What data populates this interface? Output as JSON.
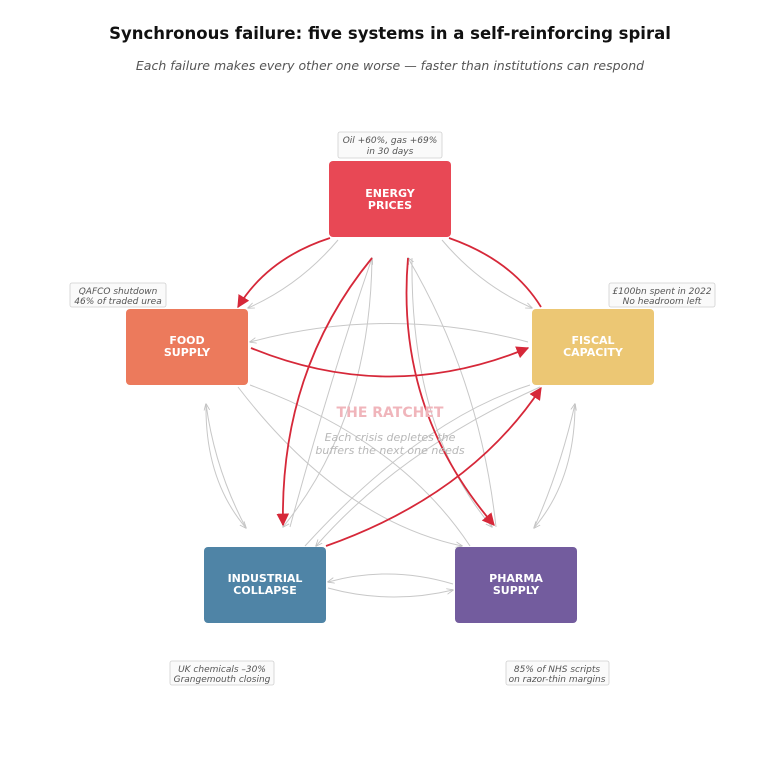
{
  "title": "Synchronous failure: five systems in a self-reinforcing spiral",
  "subtitle": "Each failure makes every other one worse — faster than institutions can respond",
  "center": {
    "title": "THE RATCHET",
    "line1": "Each crisis depletes the",
    "line2": "buffers the next one needs"
  },
  "nodes": {
    "energy": {
      "line1": "ENERGY",
      "line2": "PRICES",
      "color": "#e84855",
      "note1": "Oil +60%, gas +69%",
      "note2": "in 30 days"
    },
    "food": {
      "line1": "FOOD",
      "line2": "SUPPLY",
      "color": "#ec7a5c",
      "note1": "QAFCO shutdown",
      "note2": "46% of traded urea"
    },
    "fiscal": {
      "line1": "FISCAL",
      "line2": "CAPACITY",
      "color": "#ecc774",
      "note1": "£100bn spent in 2022",
      "note2": "No headroom left"
    },
    "industrial": {
      "line1": "INDUSTRIAL",
      "line2": "COLLAPSE",
      "color": "#4f84a6",
      "note1": "UK chemicals –30%",
      "note2": "Grangemouth closing"
    },
    "pharma": {
      "line1": "PHARMA",
      "line2": "SUPPLY",
      "color": "#735c9e",
      "note1": "85% of NHS scripts",
      "note2": "on razor-thin margins"
    }
  },
  "colors": {
    "critical_link": "#d62839",
    "other_link": "#c8c8c8"
  }
}
